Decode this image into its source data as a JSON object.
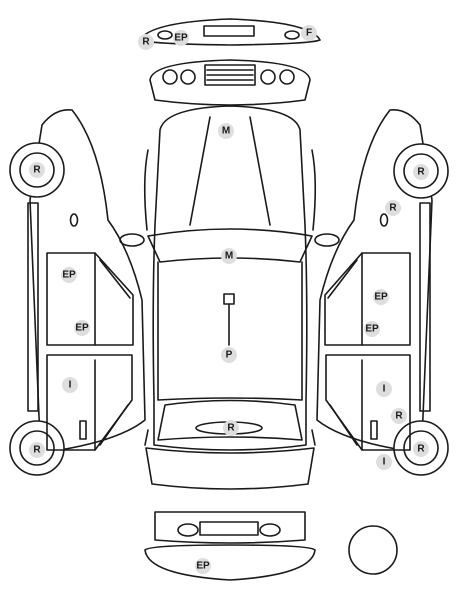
{
  "markers": {
    "front_bumper_left": "R",
    "front_bumper_mid": "EP",
    "front_bumper_right": "F",
    "hood": "M",
    "roof": "M",
    "roof_point": "P",
    "trunk": "R",
    "rear_bumper": "EP",
    "left_front_wheel": "R",
    "left_front_door": "EP",
    "left_front_door_lower": "EP",
    "left_rear_door": "I",
    "left_rear_wheel": "R",
    "right_front_wheel": "R",
    "right_mirror": "R",
    "right_front_door": "EP",
    "right_front_door_lower": "EP",
    "right_rear_door": "I",
    "right_rear_quarter": "R",
    "right_rear_wheel": "R",
    "right_rear_lower": "I"
  },
  "colors": {
    "line": "#1a1a1a",
    "marker_fill": "#dedede"
  }
}
